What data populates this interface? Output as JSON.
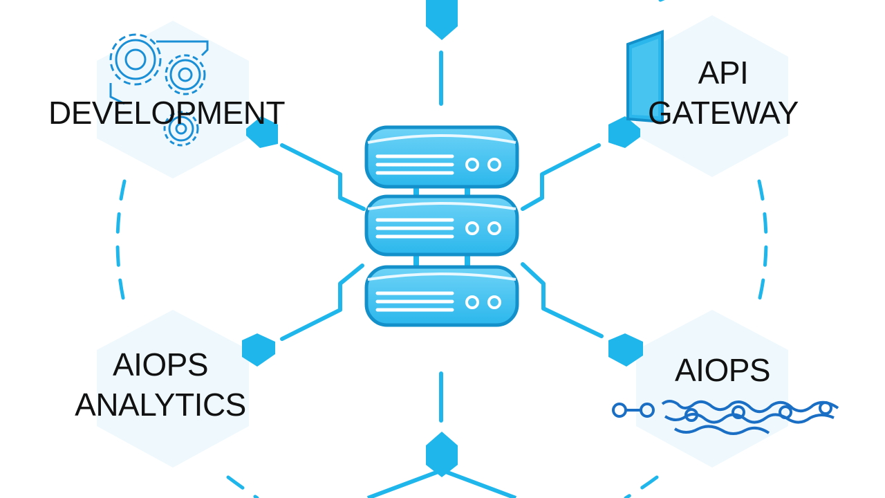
{
  "colors": {
    "accent": "#1FB6EC",
    "accent_dark": "#1390C9",
    "hex_fill": "#EEF8FD",
    "text": "#111111",
    "background": "#FFFFFF"
  },
  "nodes": {
    "top_left": {
      "line1": "DEVELOPMENT",
      "icon": "gears-icon"
    },
    "top_right": {
      "line1": "API",
      "line2": "GATEWAY",
      "icon": "gateway-panel-icon"
    },
    "bottom_left": {
      "line1": "AIOPS",
      "line2": "ANALYTICS"
    },
    "bottom_right": {
      "line1": "AIOPS",
      "icon": "pipeline-network-icon"
    }
  },
  "center": {
    "icon": "server-stack-icon"
  }
}
